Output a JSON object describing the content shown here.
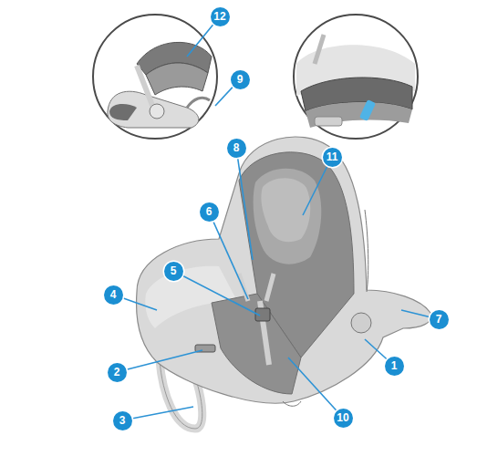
{
  "diagram": {
    "labels": [
      "12",
      "9",
      "8",
      "11",
      "6",
      "5",
      "4",
      "7",
      "2",
      "1",
      "3",
      "10"
    ]
  }
}
